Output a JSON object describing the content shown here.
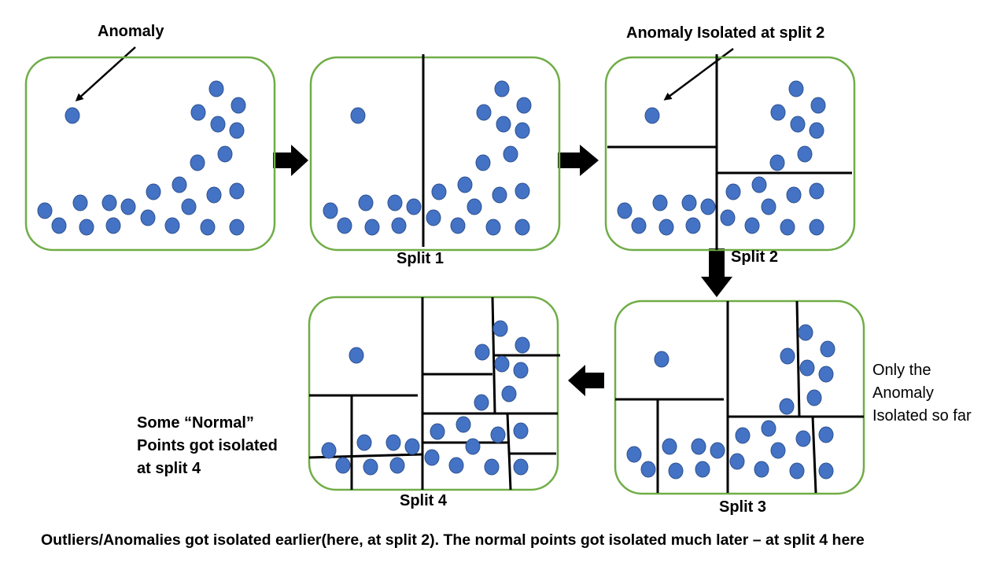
{
  "labels": {
    "anomaly": "Anomaly",
    "anomaly_isolated": "Anomaly Isolated at split 2",
    "split1": "Split 1",
    "split2": "Split 2",
    "split3": "Split 3",
    "split4": "Split 4",
    "only_anomaly": [
      "Only the",
      "Anomaly",
      "Isolated so far"
    ],
    "normal_isolated": [
      "Some “Normal”",
      "Points got isolated",
      "at split 4"
    ],
    "footer": "Outliers/Anomalies got isolated earlier(here, at split 2). The normal points got isolated much later – at split 4 here"
  },
  "colors": {
    "panel_border": "#70AD47",
    "point_fill": "#4472C4",
    "point_stroke": "#2F528F",
    "line": "#000000"
  }
}
